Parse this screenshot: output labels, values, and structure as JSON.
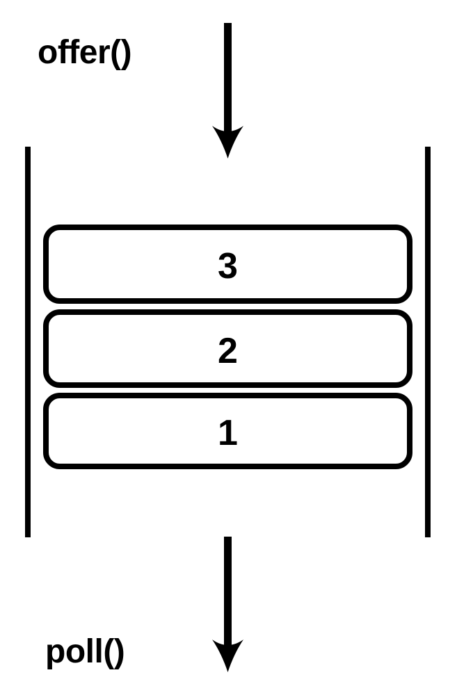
{
  "diagram": {
    "offer_label": "offer()",
    "poll_label": "poll()",
    "queue_items": [
      {
        "value": "3"
      },
      {
        "value": "2"
      },
      {
        "value": "1"
      }
    ],
    "icons": {
      "offer_arrow": "down-arrow",
      "poll_arrow": "down-arrow"
    },
    "colors": {
      "ink": "#000000",
      "background": "#ffffff"
    }
  }
}
